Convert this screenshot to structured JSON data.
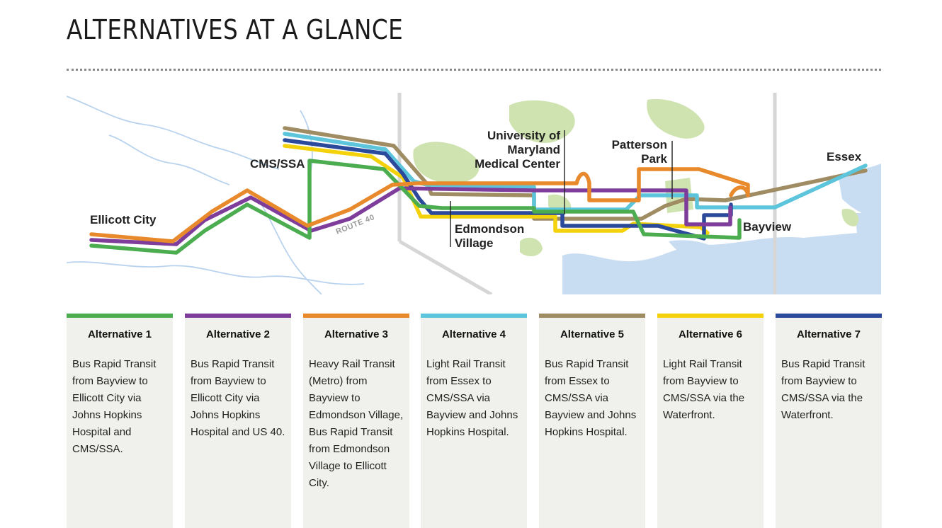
{
  "page": {
    "title": "ALTERNATIVES AT A GLANCE"
  },
  "map": {
    "labels": {
      "ellicott_city": "Ellicott City",
      "cms_ssa": "CMS/SSA",
      "route_40": "ROUTE 40",
      "umd_line1": "University of",
      "umd_line2": "Maryland",
      "umd_line3": "Medical Center",
      "edmondson_line1": "Edmondson",
      "edmondson_line2": "Village",
      "patterson_line1": "Patterson",
      "patterson_line2": "Park",
      "bayview": "Bayview",
      "essex": "Essex"
    },
    "colors": {
      "water": "#c9ddf2",
      "park": "#cfe3b0",
      "boundary": "#d6d6d6",
      "river": "#b9d3ee"
    }
  },
  "alternatives": [
    {
      "title": "Alternative 1",
      "color": "#4bad4f",
      "description": "Bus Rapid Transit from Bayview to Ellicott City via Johns Hopkins Hospital and CMS/SSA."
    },
    {
      "title": "Alternative 2",
      "color": "#7e3d9b",
      "description": "Bus Rapid Transit from Bayview to Ellicott City via Johns Hopkins Hospital and US 40."
    },
    {
      "title": "Alternative 3",
      "color": "#e8892c",
      "description": "Heavy Rail Transit (Metro) from Bayview to Edmondson Village, Bus Rapid Transit from Edmondson Village to Ellicott City."
    },
    {
      "title": "Alternative 4",
      "color": "#5cc5dc",
      "description": "Light Rail Transit from Essex to CMS/SSA via Bayview and Johns Hopkins Hospital."
    },
    {
      "title": "Alternative 5",
      "color": "#a08c63",
      "description": "Bus Rapid Transit from Essex to CMS/SSA via Bayview and Johns Hopkins Hospital."
    },
    {
      "title": "Alternative 6",
      "color": "#f4d20b",
      "description": "Light Rail Transit from Bayview to CMS/SSA via the Waterfront."
    },
    {
      "title": "Alternative 7",
      "color": "#2b4a9c",
      "description": "Bus Rapid Transit from Bayview to CMS/SSA via the Waterfront."
    }
  ]
}
